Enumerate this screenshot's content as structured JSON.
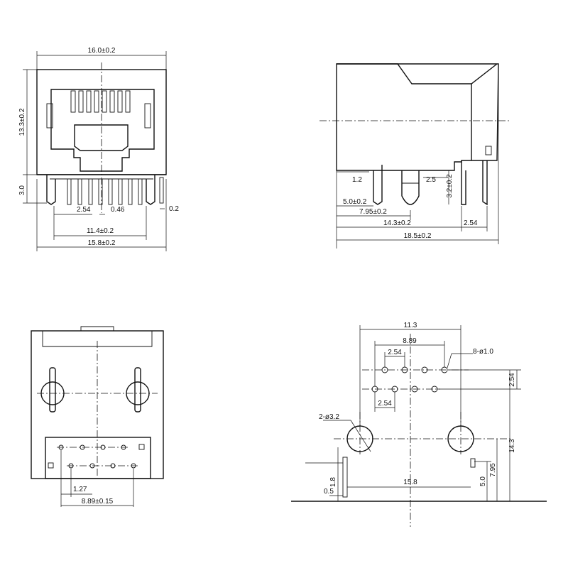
{
  "front_view": {
    "width_top": "16.0±0.2",
    "height_body": "13.3±0.2",
    "height_pins": "3.0",
    "pin_pitch": "2.54",
    "pin_width": "0.46",
    "pin_thickness": "0.2",
    "pin_span": "11.4±0.2",
    "width_bottom": "15.8±0.2"
  },
  "side_view": {
    "dim_1_2": "1.2",
    "dim_2_5": "2.5",
    "dim_3_2": "3.2±0.2",
    "dim_5_0": "5.0±0.2",
    "dim_7_95": "7.95±0.2",
    "dim_14_3": "14.3±0.2",
    "dim_2_54": "2.54",
    "dim_18_5": "18.5±0.2"
  },
  "bottom_view": {
    "dim_1_27": "1.27",
    "dim_8_89": "8.89±0.15"
  },
  "pcb_layout": {
    "dim_11_3": "11.3",
    "dim_8_89": "8.89",
    "dim_2_54_top": "2.54",
    "holes_small": "8-ø1.0",
    "dim_2_54_right": "2.54",
    "holes_large": "2-ø3.2",
    "dim_2_54_bottom": "2.54",
    "dim_14_3": "14.3",
    "dim_1_8": "1.8",
    "dim_0_5": "0.5",
    "dim_15_8": "15.8",
    "dim_5_0": "5.0",
    "dim_7_95": "7.95"
  }
}
